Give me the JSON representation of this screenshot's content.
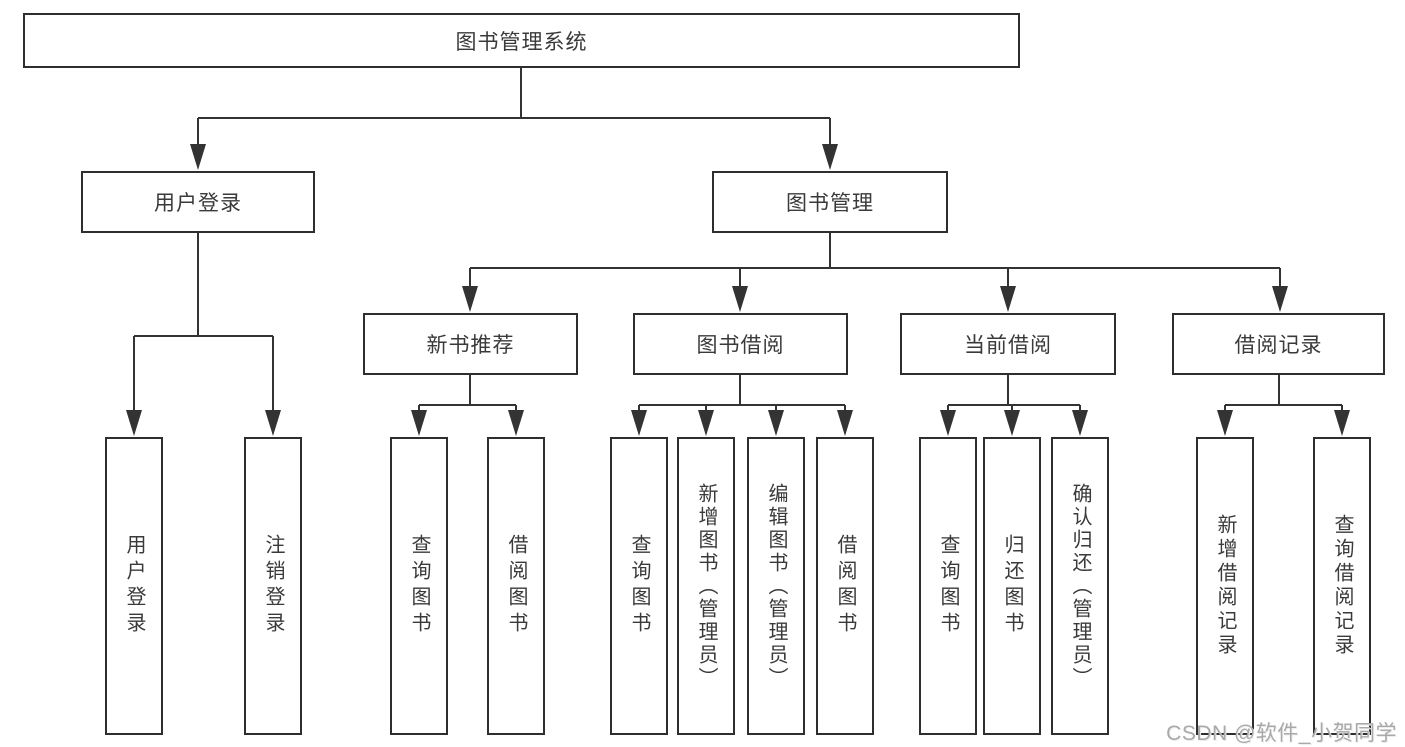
{
  "diagram": {
    "root": {
      "label": "图书管理系统"
    },
    "level2": [
      {
        "label": "用户登录"
      },
      {
        "label": "图书管理"
      }
    ],
    "level3": [
      {
        "label": "新书推荐",
        "parent": "图书管理"
      },
      {
        "label": "图书借阅",
        "parent": "图书管理"
      },
      {
        "label": "当前借阅",
        "parent": "图书管理"
      },
      {
        "label": "借阅记录",
        "parent": "图书管理"
      }
    ],
    "leaves": [
      {
        "label": "用户登录",
        "parent": "用户登录"
      },
      {
        "label": "注销登录",
        "parent": "用户登录"
      },
      {
        "label": "查询图书",
        "parent": "新书推荐"
      },
      {
        "label": "借阅图书",
        "parent": "新书推荐"
      },
      {
        "label": "查询图书",
        "parent": "图书借阅"
      },
      {
        "label": "新增图书（管理员）",
        "parent": "图书借阅"
      },
      {
        "label": "编辑图书（管理员）",
        "parent": "图书借阅"
      },
      {
        "label": "借阅图书",
        "parent": "图书借阅"
      },
      {
        "label": "查询图书",
        "parent": "当前借阅"
      },
      {
        "label": "归还图书",
        "parent": "当前借阅"
      },
      {
        "label": "确认归还（管理员）",
        "parent": "当前借阅"
      },
      {
        "label": "新增借阅记录",
        "parent": "借阅记录"
      },
      {
        "label": "查询借阅记录",
        "parent": "借阅记录"
      }
    ]
  },
  "watermark": "CSDN @软件_小贺同学",
  "colors": {
    "line": "#333333",
    "border": "#2e2e2e",
    "text": "#3a3a3a",
    "watermark": "#a9a9a9",
    "background": "#ffffff"
  }
}
